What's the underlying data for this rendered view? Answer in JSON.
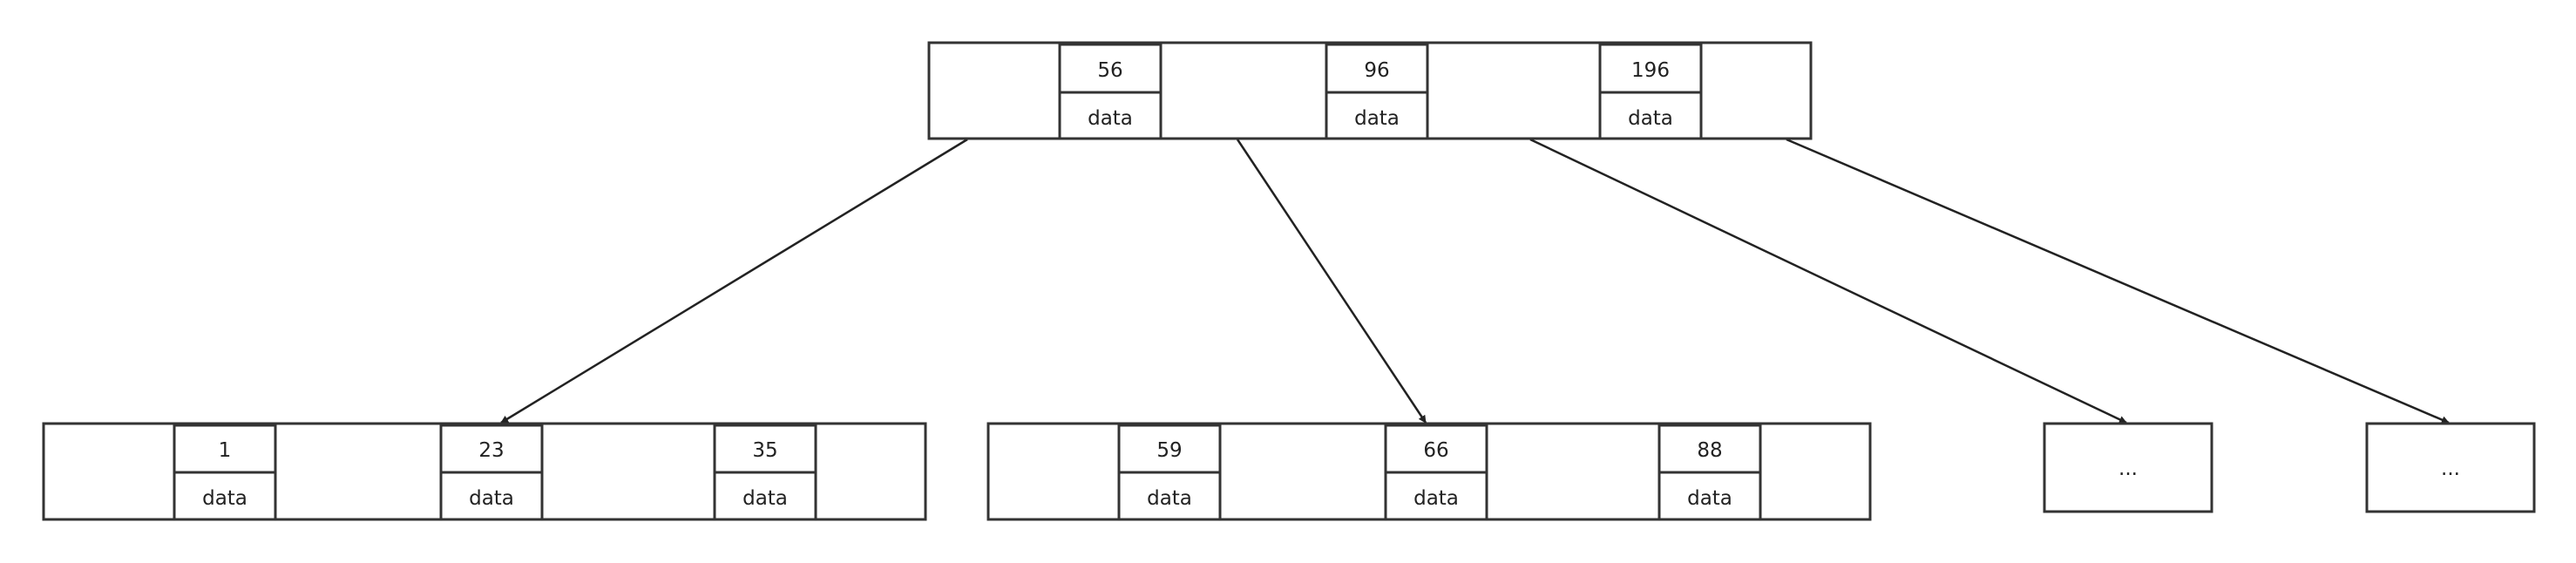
{
  "colors": {
    "stroke": "#333333",
    "text": "#222222",
    "background": "#ffffff"
  },
  "root": {
    "keys": [
      {
        "key": "56",
        "data": "data"
      },
      {
        "key": "96",
        "data": "data"
      },
      {
        "key": "196",
        "data": "data"
      }
    ]
  },
  "children": [
    {
      "keys": [
        {
          "key": "1",
          "data": "data"
        },
        {
          "key": "23",
          "data": "data"
        },
        {
          "key": "35",
          "data": "data"
        }
      ]
    },
    {
      "keys": [
        {
          "key": "59",
          "data": "data"
        },
        {
          "key": "66",
          "data": "data"
        },
        {
          "key": "88",
          "data": "data"
        }
      ]
    },
    {
      "placeholder": "..."
    },
    {
      "placeholder": "..."
    }
  ]
}
